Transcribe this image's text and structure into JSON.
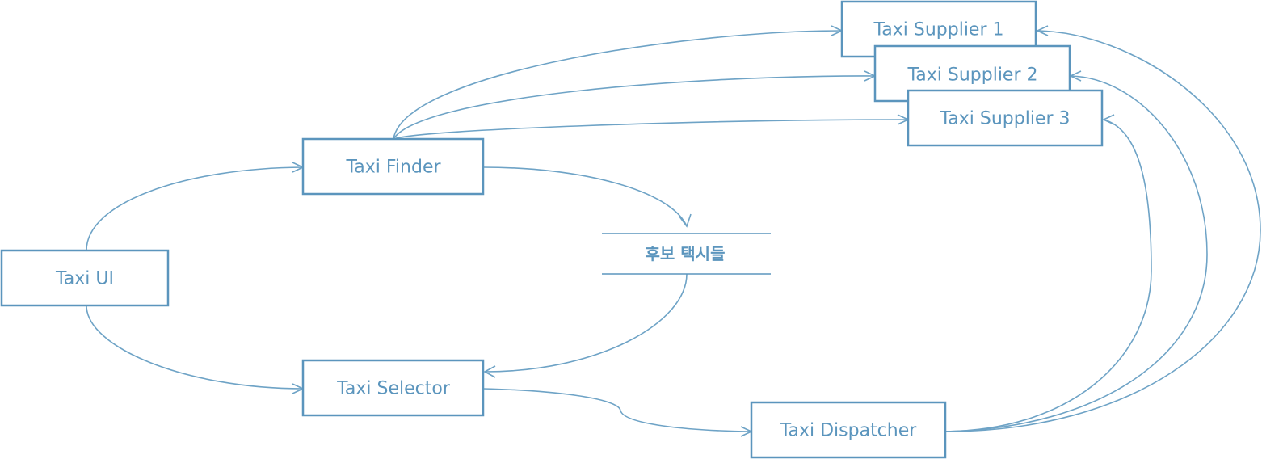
{
  "colors": {
    "stroke": "#5b95bd",
    "edge": "#6ea3c6",
    "text": "#5b95bd",
    "background": "#ffffff"
  },
  "nodes": {
    "taxi_ui": "Taxi UI",
    "taxi_finder": "Taxi Finder",
    "taxi_selector": "Taxi Selector",
    "taxi_dispatcher": "Taxi Dispatcher",
    "taxi_supplier_1": "Taxi Supplier 1",
    "taxi_supplier_2": "Taxi Supplier 2",
    "taxi_supplier_3": "Taxi Supplier 3"
  },
  "data_store": {
    "label": "후보 택시들"
  },
  "edges": [
    {
      "from": "taxi_ui",
      "to": "taxi_finder"
    },
    {
      "from": "taxi_ui",
      "to": "taxi_selector"
    },
    {
      "from": "taxi_finder",
      "to": "taxi_supplier_1"
    },
    {
      "from": "taxi_finder",
      "to": "taxi_supplier_2"
    },
    {
      "from": "taxi_finder",
      "to": "taxi_supplier_3"
    },
    {
      "from": "taxi_finder",
      "to": "data_store"
    },
    {
      "from": "data_store",
      "to": "taxi_selector"
    },
    {
      "from": "taxi_selector",
      "to": "taxi_dispatcher"
    },
    {
      "from": "taxi_dispatcher",
      "to": "taxi_supplier_1"
    },
    {
      "from": "taxi_dispatcher",
      "to": "taxi_supplier_2"
    },
    {
      "from": "taxi_dispatcher",
      "to": "taxi_supplier_3"
    }
  ]
}
